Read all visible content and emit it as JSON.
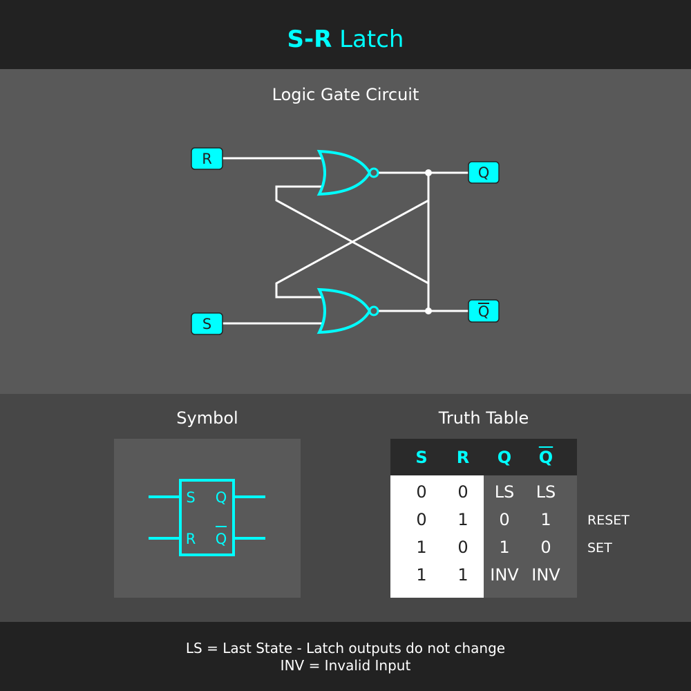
{
  "header": {
    "title_bold": "S-R",
    "title_light": "Latch"
  },
  "circuit": {
    "heading": "Logic Gate Circuit",
    "inputs": {
      "r": "R",
      "s": "S"
    },
    "outputs": {
      "q": "Q",
      "q_bar": "Q"
    }
  },
  "symbol": {
    "heading": "Symbol",
    "labels": {
      "s": "S",
      "r": "R",
      "q": "Q",
      "q_bar": "Q"
    }
  },
  "truth_table": {
    "heading": "Truth Table",
    "columns": [
      "S",
      "R",
      "Q",
      "Q"
    ],
    "rows": [
      {
        "s": "0",
        "r": "0",
        "q": "LS",
        "q_bar": "LS",
        "note": ""
      },
      {
        "s": "0",
        "r": "1",
        "q": "0",
        "q_bar": "1",
        "note": "RESET"
      },
      {
        "s": "1",
        "r": "0",
        "q": "1",
        "q_bar": "0",
        "note": "SET"
      },
      {
        "s": "1",
        "r": "1",
        "q": "INV",
        "q_bar": "INV",
        "note": ""
      }
    ]
  },
  "footer": {
    "line1": "LS = Last State - Latch outputs do not change",
    "line2": "INV = Invalid Input"
  },
  "colors": {
    "accent": "#00ffff",
    "header_bg": "#222222",
    "panel_bg": "#595959",
    "lower_bg": "#474747",
    "wire": "#ffffff"
  }
}
